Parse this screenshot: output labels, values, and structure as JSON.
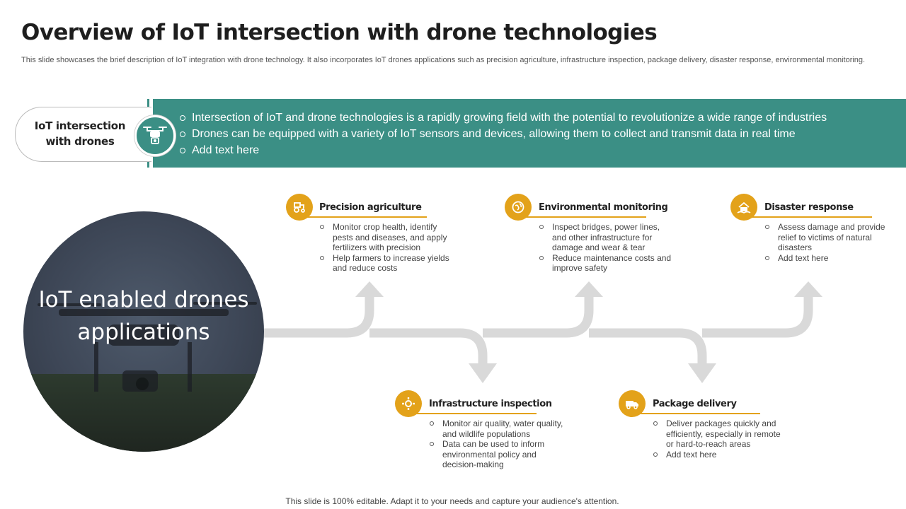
{
  "header": {
    "title": "Overview of IoT intersection with drone technologies",
    "description": "This slide showcases the brief description of IoT integration with drone technology. It also incorporates IoT drones applications such as precision agriculture, infrastructure inspection, package delivery, disaster response, environmental monitoring."
  },
  "intro": {
    "label": "IoT intersection with drones",
    "icon": "drone-icon",
    "bullets": [
      "Intersection  of IoT and drone technologies is a rapidly growing field with the potential to revolutionize  a wide range of industries",
      "Drones can be equipped with a variety  of IoT  sensors and devices, allowing them to collect and transmit data in real time",
      "Add text here"
    ],
    "colors": {
      "teal": "#3b8f85",
      "gold": "#e3a21a",
      "arrow": "#d9d9d9"
    }
  },
  "hero": {
    "text": "IoT enabled drones applications"
  },
  "applications": [
    {
      "title": "Precision agriculture",
      "icon": "tractor-icon",
      "points": [
        "Monitor crop health, identify pests and diseases, and apply fertilizers with precision",
        "Help farmers to increase yields and reduce costs"
      ]
    },
    {
      "title": "Environmental monitoring",
      "icon": "globe-leaf-icon",
      "points": [
        "Inspect bridges, power lines, and other infrastructure for damage and wear & tear",
        "Reduce maintenance costs and improve safety"
      ]
    },
    {
      "title": "Disaster response",
      "icon": "disaster-icon",
      "points": [
        "Assess damage and provide relief to victims of natural disasters",
        "Add text here"
      ]
    },
    {
      "title": "Infrastructure inspection",
      "icon": "gear-network-icon",
      "points": [
        "Monitor air quality, water quality, and wildlife populations",
        "Data can be used to inform environmental policy and decision-making"
      ]
    },
    {
      "title": "Package delivery",
      "icon": "delivery-truck-icon",
      "points": [
        "Deliver packages quickly and efficiently,  especially in remote or hard-to-reach areas",
        "Add text here"
      ]
    }
  ],
  "footer": {
    "note": "This slide is 100% editable. Adapt it to your needs and capture your audience's attention."
  }
}
